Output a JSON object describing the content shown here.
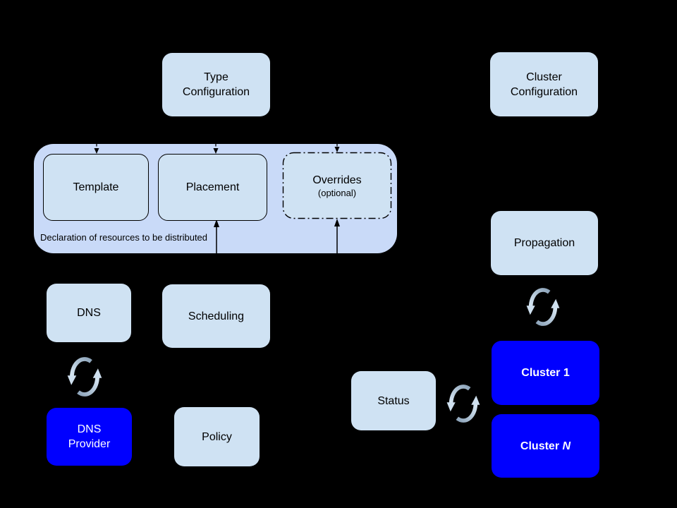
{
  "diagram": {
    "type_configuration": {
      "line1": "Type",
      "line2": "Configuration"
    },
    "cluster_configuration": {
      "line1": "Cluster",
      "line2": "Configuration"
    },
    "federated_resource": {
      "template": "Template",
      "placement": "Placement",
      "overrides": "Overrides",
      "overrides_note": "(optional)",
      "caption": "Declaration of resources to be distributed"
    },
    "dns": "DNS",
    "scheduling": "Scheduling",
    "dns_provider": {
      "line1": "DNS",
      "line2": "Provider"
    },
    "policy": "Policy",
    "propagation": "Propagation",
    "status": "Status",
    "cluster_1": "Cluster 1",
    "cluster_n": {
      "prefix": "Cluster ",
      "n": "N"
    }
  },
  "icons": {
    "sync": "sync-arrows-icon"
  },
  "colors": {
    "background": "#000000",
    "node_fill": "#cfe2f3",
    "group_fill": "#c9daf8",
    "cluster_fill": "#0000ff",
    "node_text": "#000000",
    "cluster_text": "#ffffff",
    "connector": "#000000",
    "sync_gradient_dark": "#8ca3b9",
    "sync_gradient_light": "#dcebf7"
  }
}
